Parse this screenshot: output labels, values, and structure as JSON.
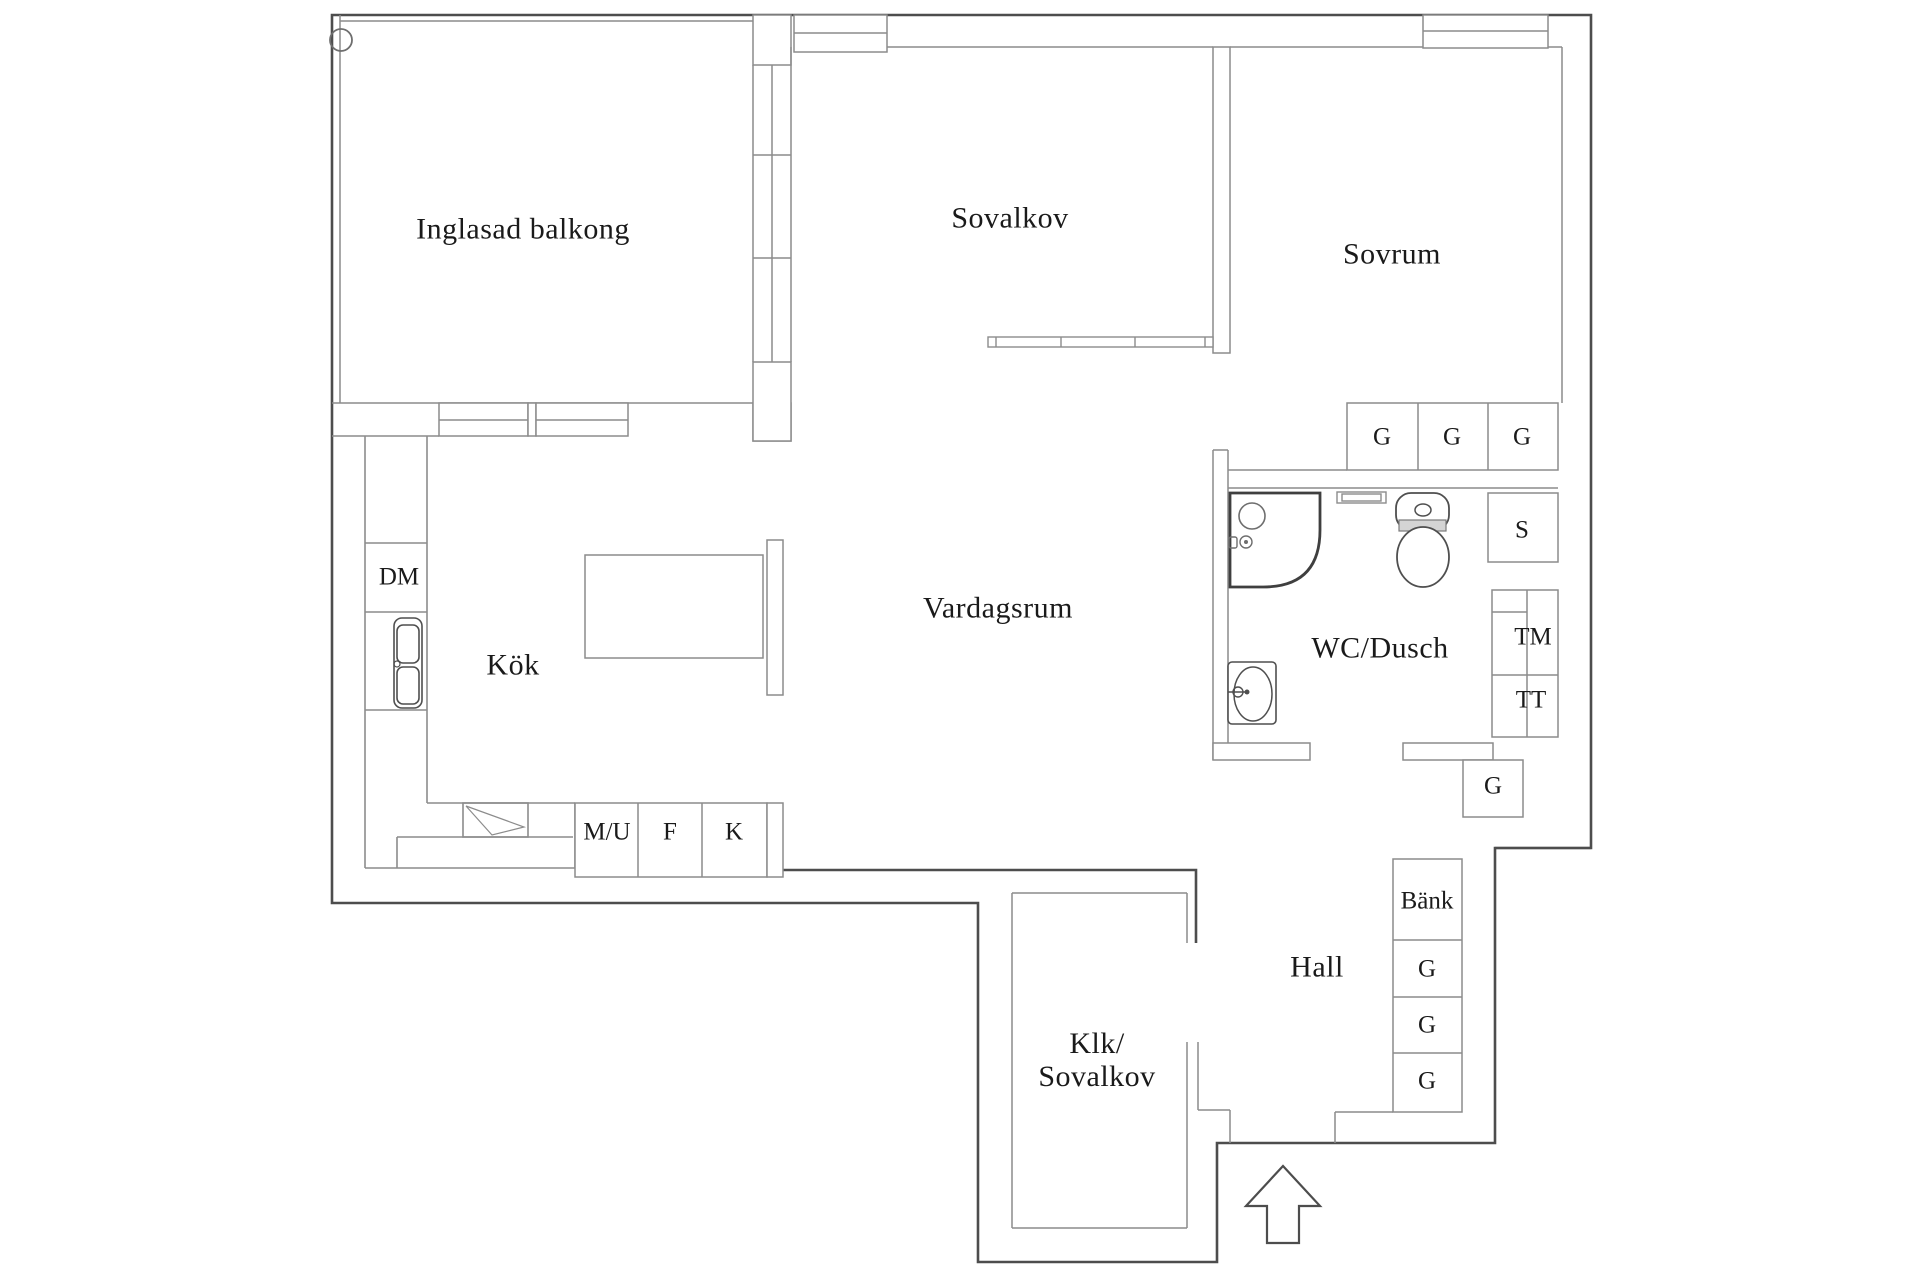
{
  "meta": {
    "document_type": "apartment floor plan drawing",
    "language": "Swedish",
    "background_color": "#ffffff",
    "wall_dark_color": "#4d4d4d",
    "wall_light_color": "#8c8c8c",
    "text_color": "#1a1a1a"
  },
  "rooms": [
    {
      "id": "inglasad-balkong",
      "label": "Inglasad balkong"
    },
    {
      "id": "sovalkov",
      "label": "Sovalkov"
    },
    {
      "id": "sovrum",
      "label": "Sovrum"
    },
    {
      "id": "kok",
      "label": "Kök"
    },
    {
      "id": "vardagsrum",
      "label": "Vardagsrum"
    },
    {
      "id": "wc-dusch",
      "label": "WC/Dusch"
    },
    {
      "id": "hall",
      "label": "Hall"
    },
    {
      "id": "klk-sovalkov",
      "line1": "Klk/",
      "line2": "Sovalkov"
    }
  ],
  "cabinets": [
    {
      "id": "dm",
      "label": "DM"
    },
    {
      "id": "mu",
      "label": "M/U"
    },
    {
      "id": "f",
      "label": "F"
    },
    {
      "id": "k",
      "label": "K"
    },
    {
      "id": "g-sovrum-1",
      "label": "G"
    },
    {
      "id": "g-sovrum-2",
      "label": "G"
    },
    {
      "id": "g-sovrum-3",
      "label": "G"
    },
    {
      "id": "s",
      "label": "S"
    },
    {
      "id": "tm",
      "label": "TM"
    },
    {
      "id": "tt",
      "label": "TT"
    },
    {
      "id": "g-wc",
      "label": "G"
    },
    {
      "id": "bank",
      "label": "Bänk"
    },
    {
      "id": "g-hall-1",
      "label": "G"
    },
    {
      "id": "g-hall-2",
      "label": "G"
    },
    {
      "id": "g-hall-3",
      "label": "G"
    }
  ],
  "icons": {
    "entrance_arrow": "up-arrow entrance direction marker",
    "shower": "corner shower tray with rounded edge",
    "toilet": "toilet with cistern",
    "washbasin": "oval washbasin with tap",
    "kitchen_sink": "double-bowl kitchen sink",
    "balcony_column": "round column symbol",
    "sovalkov_railing": "low railing between sleeping alcove and living room"
  }
}
